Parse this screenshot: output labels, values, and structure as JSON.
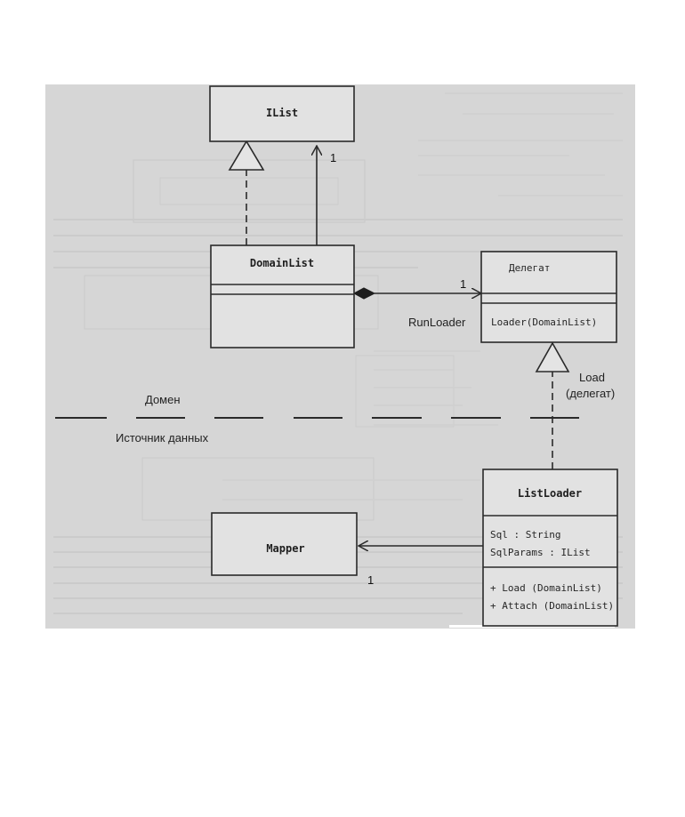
{
  "classes": {
    "ilist": {
      "name": "IList"
    },
    "domainlist": {
      "name": "DomainList"
    },
    "delegate": {
      "name": "Делегат",
      "operation": "Loader(DomainList)"
    },
    "listloader": {
      "name": "ListLoader",
      "attributes": [
        "Sql : String",
        "SqlParams : IList"
      ],
      "operations": [
        "+ Load (DomainList)",
        "+ Attach (DomainList)"
      ]
    },
    "mapper": {
      "name": "Mapper"
    }
  },
  "labels": {
    "run_loader": "RunLoader",
    "load_line1": "Load",
    "load_line2": "(делегат)",
    "domain": "Домен",
    "data_source": "Источник данных"
  },
  "multiplicities": {
    "ilist_assoc": "1",
    "delegate_assoc": "1",
    "mapper_assoc": "1"
  },
  "colors": {
    "scan_background": "#d6d6d6",
    "box_fill": "#e2e2e2",
    "line": "#2a2a2a"
  }
}
